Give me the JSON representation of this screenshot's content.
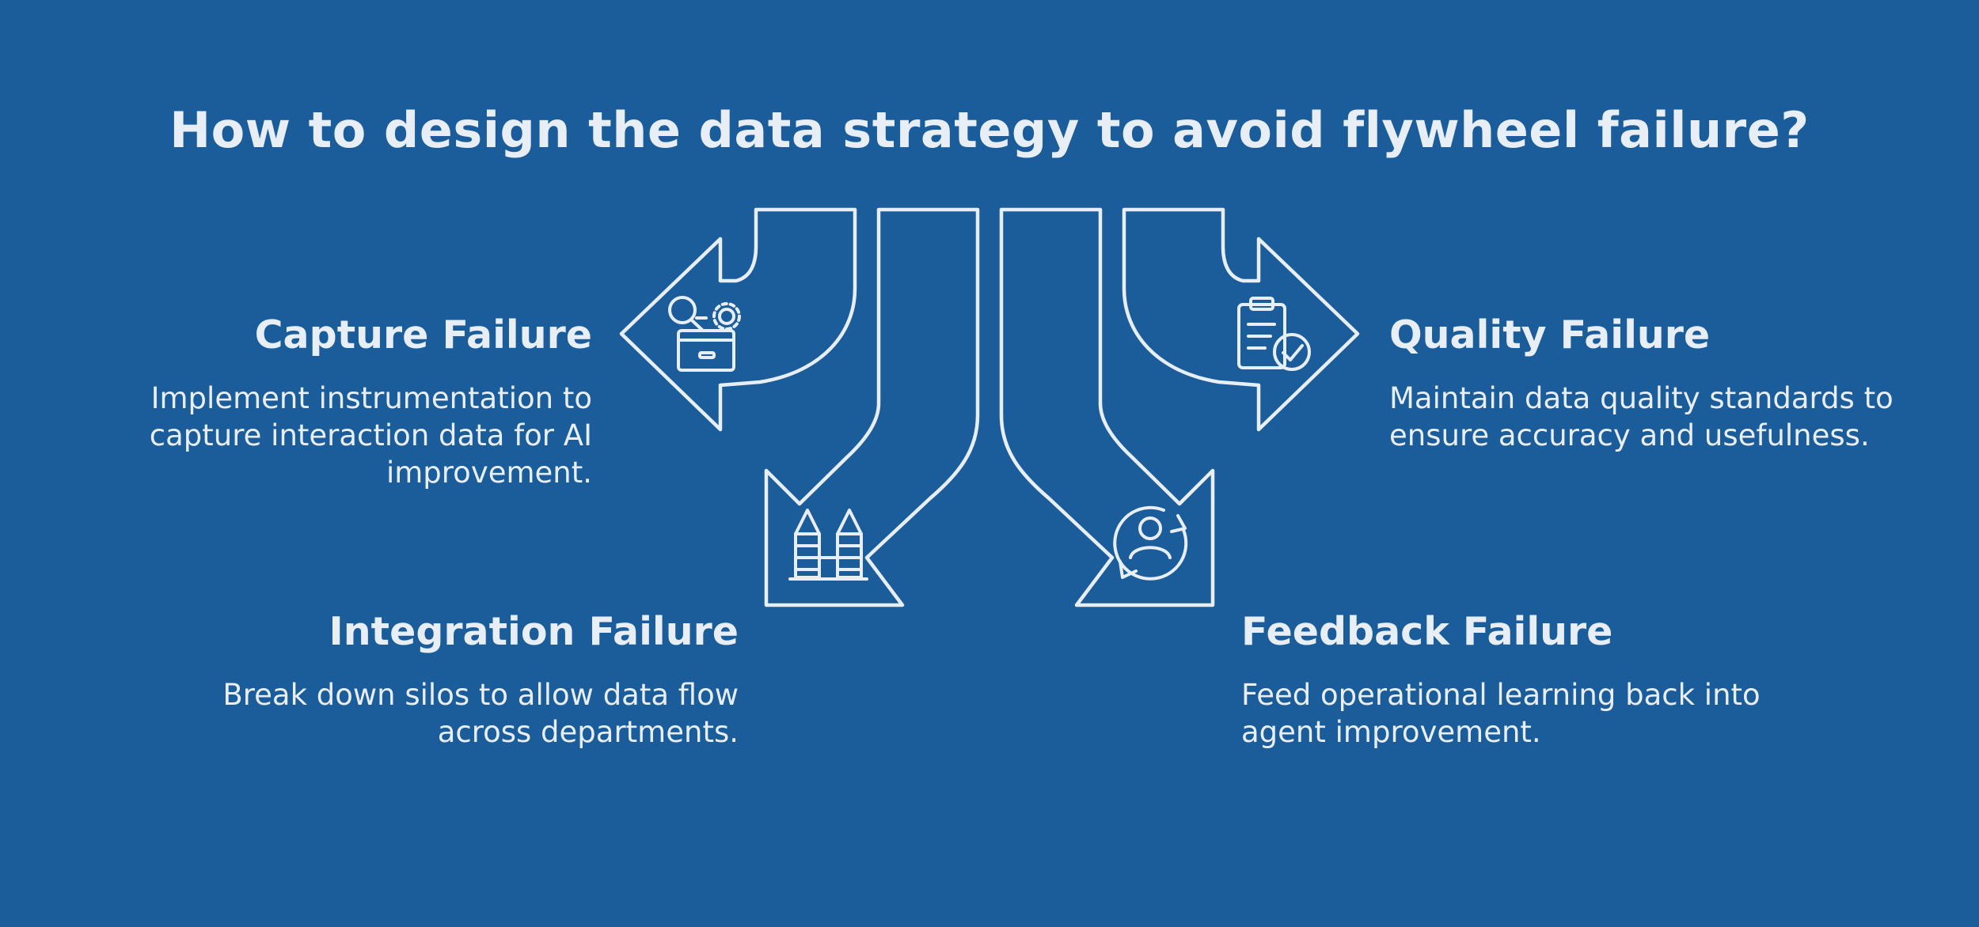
{
  "title": "How to design the data strategy to avoid flywheel failure?",
  "colors": {
    "background": "#1b5c9a",
    "foreground": "#e8eef6"
  },
  "items": [
    {
      "key": "capture",
      "heading": "Capture Failure",
      "description": "Implement instrumentation to capture interaction data for AI improvement.",
      "icon": "search-gear-box-icon"
    },
    {
      "key": "integration",
      "heading": "Integration Failure",
      "description": "Break down silos to allow data flow across departments.",
      "icon": "silos-icon"
    },
    {
      "key": "quality",
      "heading": "Quality Failure",
      "description": "Maintain data quality standards to ensure accuracy and usefulness.",
      "icon": "clipboard-check-icon"
    },
    {
      "key": "feedback",
      "heading": "Feedback Failure",
      "description": "Feed operational learning back into agent improvement.",
      "icon": "person-cycle-icon"
    }
  ]
}
